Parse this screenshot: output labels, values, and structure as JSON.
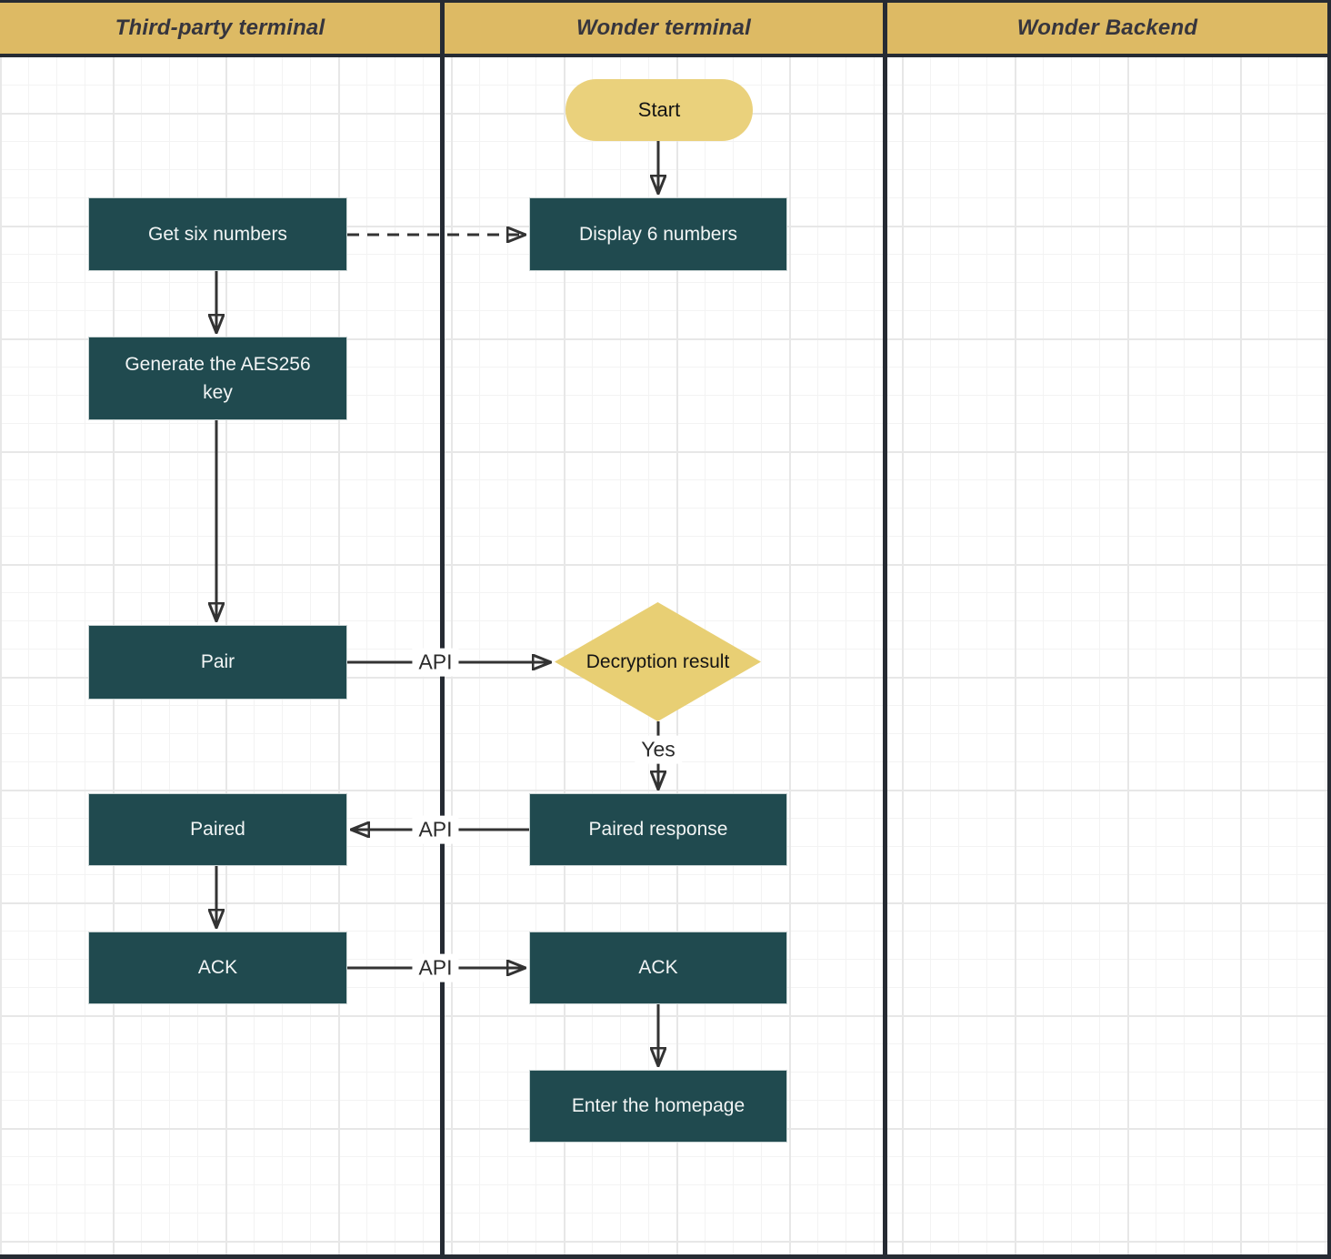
{
  "lanes": [
    {
      "label": "Third-party terminal"
    },
    {
      "label": "Wonder terminal"
    },
    {
      "label": "Wonder Backend"
    }
  ],
  "nodes": {
    "start": {
      "label": "Start",
      "type": "terminator"
    },
    "get_six_numbers": {
      "label": "Get six numbers",
      "type": "process"
    },
    "display_six_numbers": {
      "label": "Display 6 numbers",
      "type": "process"
    },
    "generate_aes_key": {
      "label": "Generate the AES256 key",
      "type": "process"
    },
    "pair": {
      "label": "Pair",
      "type": "process"
    },
    "decryption_result": {
      "label": "Decryption result",
      "type": "decision"
    },
    "paired": {
      "label": "Paired",
      "type": "process"
    },
    "paired_response": {
      "label": "Paired response",
      "type": "process"
    },
    "ack_third_party": {
      "label": "ACK",
      "type": "process"
    },
    "ack_wonder": {
      "label": "ACK",
      "type": "process"
    },
    "enter_homepage": {
      "label": "Enter the homepage",
      "type": "process"
    }
  },
  "edges": [
    {
      "from": "start",
      "to": "display_six_numbers",
      "style": "solid",
      "label": ""
    },
    {
      "from": "get_six_numbers",
      "to": "display_six_numbers",
      "style": "dashed",
      "label": ""
    },
    {
      "from": "get_six_numbers",
      "to": "generate_aes_key",
      "style": "solid",
      "label": ""
    },
    {
      "from": "generate_aes_key",
      "to": "pair",
      "style": "solid",
      "label": ""
    },
    {
      "from": "pair",
      "to": "decryption_result",
      "style": "solid",
      "label": "API"
    },
    {
      "from": "decryption_result",
      "to": "paired_response",
      "style": "solid",
      "label": "Yes"
    },
    {
      "from": "paired_response",
      "to": "paired",
      "style": "solid",
      "label": "API"
    },
    {
      "from": "paired",
      "to": "ack_third_party",
      "style": "solid",
      "label": ""
    },
    {
      "from": "ack_third_party",
      "to": "ack_wonder",
      "style": "solid",
      "label": "API"
    },
    {
      "from": "ack_wonder",
      "to": "enter_homepage",
      "style": "solid",
      "label": ""
    }
  ],
  "colors": {
    "lane_header": "#ddba64",
    "terminator_fill": "#ead17c",
    "decision_fill": "#e8cf74",
    "process_fill": "#204a4f",
    "process_text": "#f2f5f5",
    "frame": "#262b33",
    "arrow": "#333333"
  }
}
